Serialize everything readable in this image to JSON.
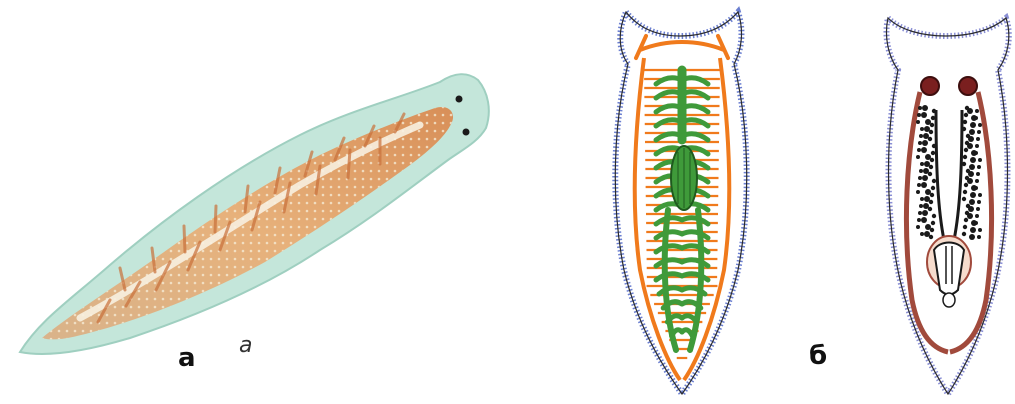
{
  "labels": {
    "panel_a": "а",
    "panel_a_italic": "а",
    "panel_b": "б"
  },
  "colors": {
    "body_green": "#bfe3d6",
    "body_orange": "#d98a4e",
    "body_cream": "#f3e2c4",
    "outline_blue": "#6b7fd0",
    "nerve_orange": "#f07a1c",
    "gut_green": "#3f9a3a",
    "repro_brown": "#a14a3c",
    "ink_black": "#1a1a1a"
  }
}
